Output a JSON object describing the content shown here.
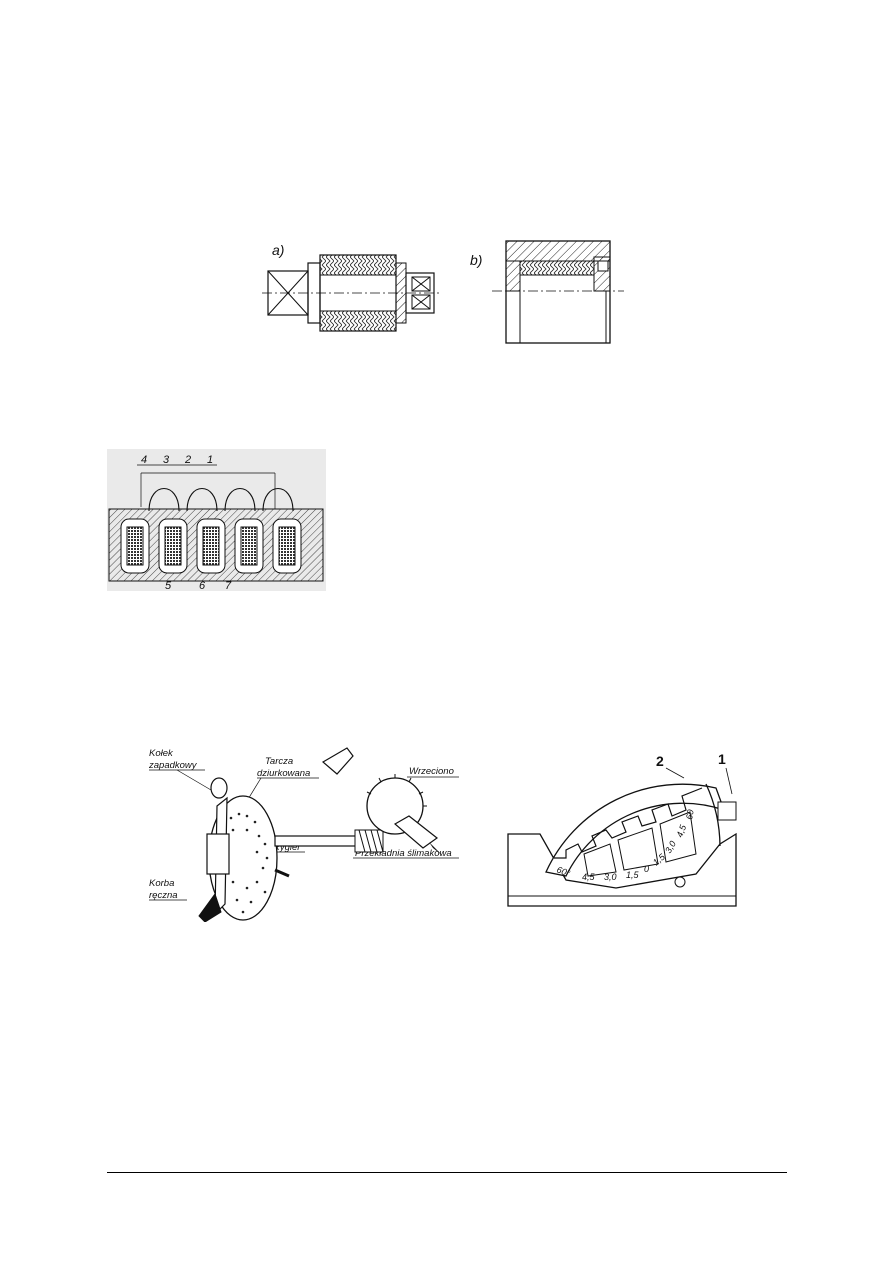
{
  "figure1": {
    "label_a": "a)",
    "label_b": "b)"
  },
  "figure2": {
    "labels": [
      "4",
      "3",
      "2",
      "1",
      "5",
      "6",
      "7"
    ]
  },
  "figure3": {
    "kolek_line1": "Kołek",
    "kolek_line2": "zapadkowy",
    "tarcza_line1": "Tarcza",
    "tarcza_line2": "dziurkowana",
    "wrzeciono": "Wrzeciono",
    "rygiel": "Rygiel",
    "przekladnia": "Przekładnia ślimakowa",
    "korba_line1": "Korba",
    "korba_line2": "ręczna"
  },
  "figure4": {
    "label_1": "1",
    "label_2": "2",
    "scale": [
      "60°",
      "4,5",
      "3,0",
      "1,5",
      "0",
      "1,5",
      "3,0",
      "4,5",
      "60"
    ]
  }
}
